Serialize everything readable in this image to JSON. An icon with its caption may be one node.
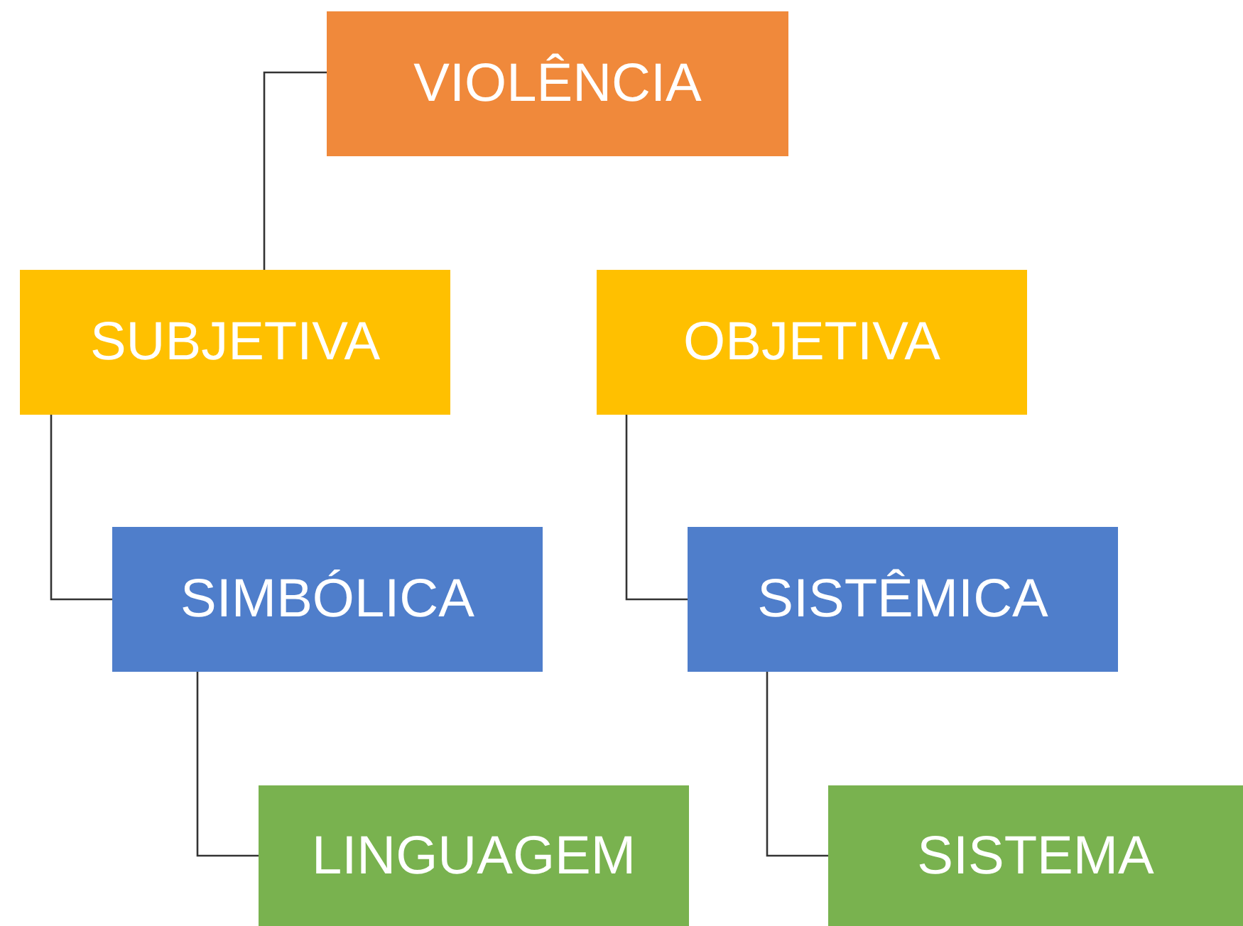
{
  "diagram": {
    "nodes": [
      {
        "text": [
          "VIOLÊNCIA"
        ]
      },
      {
        "text": [
          "SUBJETIVA"
        ]
      },
      {
        "text": [
          "OBJETIVA"
        ]
      },
      {
        "text": [
          "SIMBÓLICA"
        ]
      },
      {
        "text": [
          "SISTÊMICA"
        ]
      },
      {
        "text": [
          "LINGUAGEM"
        ]
      },
      {
        "text": [
          "SISTEMA"
        ]
      }
    ],
    "edges": [
      {
        "from": 0,
        "to": 1,
        "arrow": "none"
      },
      {
        "from": 1,
        "to": 3,
        "arrow": "none"
      },
      {
        "from": 3,
        "to": 5,
        "arrow": "none"
      },
      {
        "from": 2,
        "to": 4,
        "arrow": "none"
      },
      {
        "from": 4,
        "to": 6,
        "arrow": "none"
      }
    ]
  }
}
